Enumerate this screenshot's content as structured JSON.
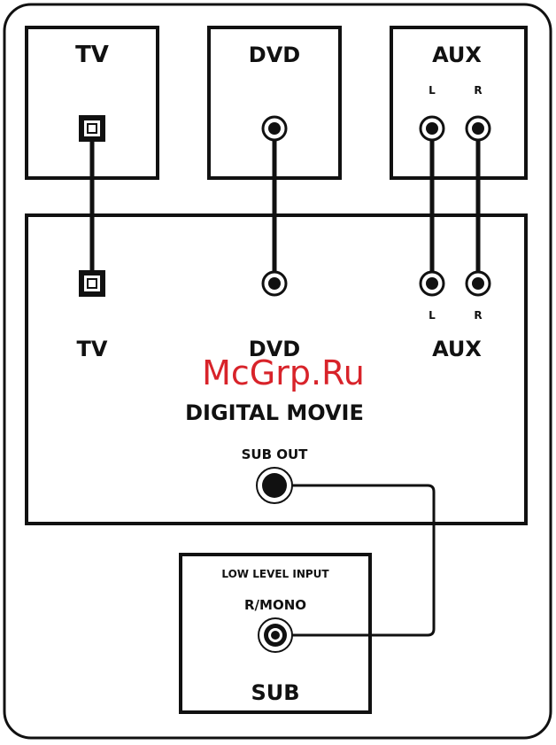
{
  "colors": {
    "line": "#111111",
    "watermark": "#d8232a",
    "background": "#ffffff"
  },
  "tv_box": {
    "label": "TV"
  },
  "dvd_box": {
    "label": "DVD"
  },
  "aux_box": {
    "label": "AUX",
    "left": "L",
    "right": "R"
  },
  "main_box": {
    "tv_label": "TV",
    "dvd_label": "DVD",
    "aux_label": "AUX",
    "aux_left": "L",
    "aux_right": "R",
    "title": "DIGITAL MOVIE",
    "sub_out": "SUB OUT"
  },
  "sub_box": {
    "heading": "LOW LEVEL INPUT",
    "input": "R/MONO",
    "label": "SUB"
  },
  "watermark": "McGrp.Ru",
  "icons": [
    "optical-port-icon",
    "rca-jack-icon",
    "sub-out-jack-icon"
  ]
}
